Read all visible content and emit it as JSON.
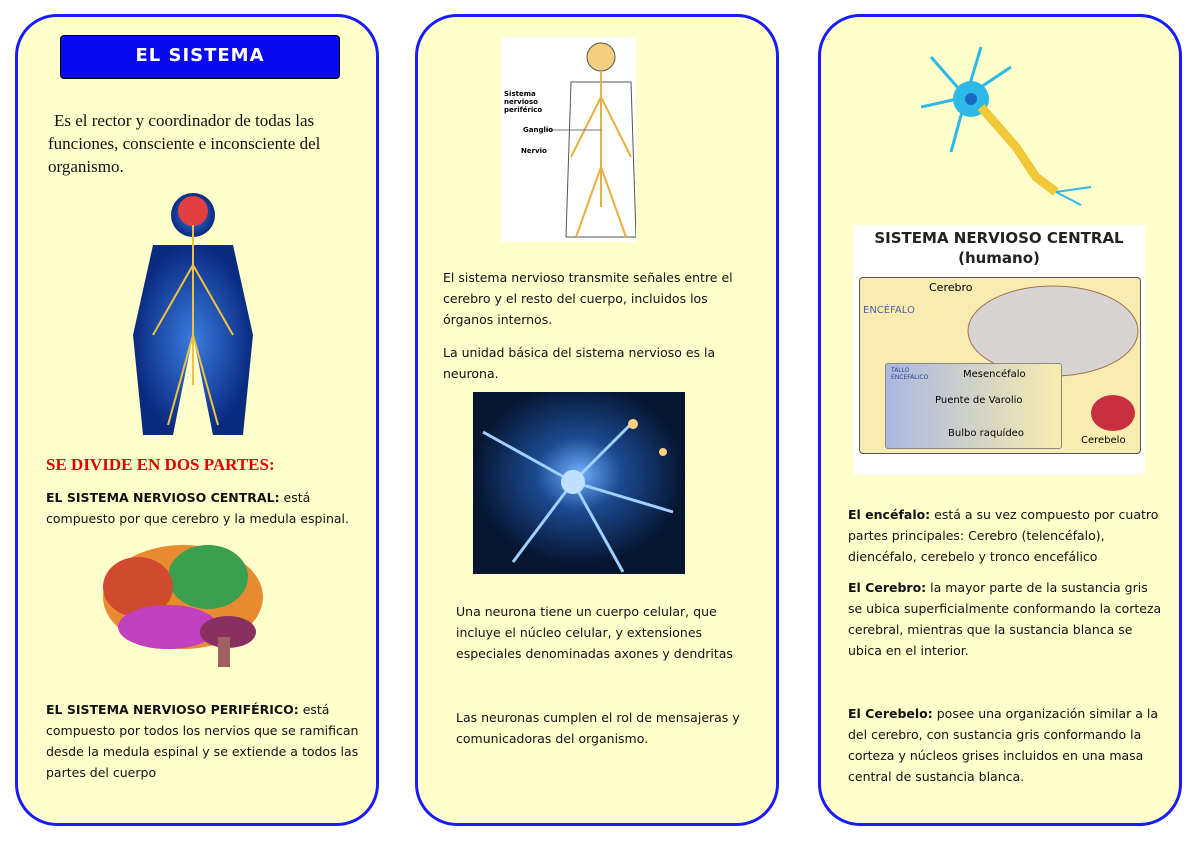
{
  "panel1": {
    "title": "EL SISTEMA",
    "intro": "Es el rector y coordinador de todas las funciones, consciente e inconsciente del organismo.",
    "heading": "SE DIVIDE EN DOS PARTES:",
    "central_label": "EL SISTEMA NERVIOSO CENTRAL:",
    "central_text": " está compuesto por que cerebro y la medula espinal.",
    "peripheral_label": "EL SISTEMA NERVIOSO PERIFÉRICO:",
    "peripheral_text": " está compuesto por todos los nervios que se ramifican desde la medula espinal y se extiende a todos las partes del cuerpo"
  },
  "panel2": {
    "diagram_labels": {
      "system": "Sistema nervioso periférico",
      "ganglion": "Ganglio",
      "nerve": "Nervio"
    },
    "p1": "El sistema nervioso transmite señales entre el cerebro y el resto del cuerpo, incluidos los órganos internos.",
    "p2": "La unidad básica del sistema nervioso es la neurona.",
    "p3": "Una neurona tiene un cuerpo celular, que incluye el núcleo celular, y extensiones especiales denominadas axones y dendritas",
    "p4": "Las neuronas cumplen el rol de mensajeras y comunicadoras del organismo."
  },
  "panel3": {
    "diagram": {
      "title": "SISTEMA NERVIOSO CENTRAL",
      "subtitle": "(humano)",
      "cerebro": "Cerebro",
      "encefalo": "ENCÉFALO",
      "tallo": "TALLO ENCEFÁLICO",
      "mesencefalo": "Mesencéfalo",
      "puente": "Puente de Varolio",
      "bulbo": "Bulbo raquídeo",
      "cerebelo": "Cerebelo"
    },
    "encefalo_label": "El encéfalo:",
    "encefalo_text": " está a su vez compuesto por cuatro partes principales: Cerebro (telencéfalo), diencéfalo, cerebelo y tronco encefálico",
    "cerebro_label": "El Cerebro:",
    "cerebro_text": " la mayor parte de la sustancia gris se ubica superficialmente conformando la corteza cerebral, mientras que la sustancia blanca se ubica en el interior.",
    "cerebelo_label": "El Cerebelo:",
    "cerebelo_text": " posee una organización similar a la del cerebro, con sustancia gris conformando la corteza y núcleos grises incluidos en una masa central de sustancia blanca."
  }
}
